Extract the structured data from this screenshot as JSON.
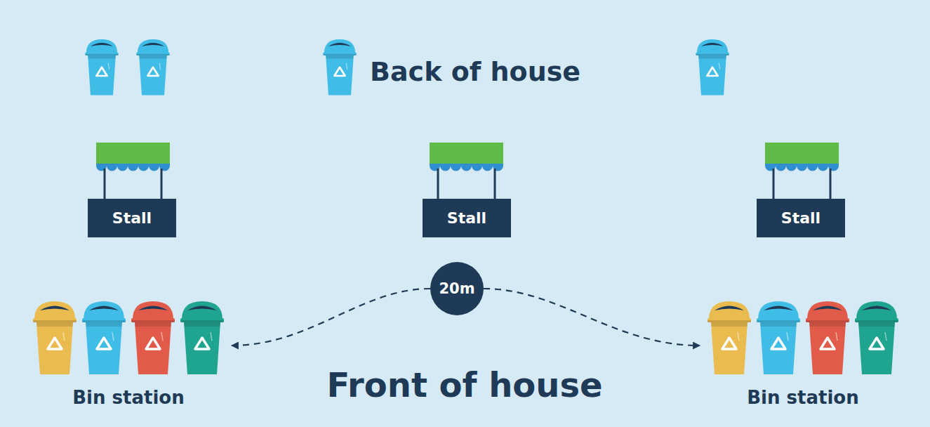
{
  "diagram": {
    "nodes": [
      {
        "text": [
          "Stall"
        ]
      },
      {
        "text": [
          "Stall"
        ]
      },
      {
        "text": [
          "Stall"
        ]
      },
      {
        "text": [
          "Bin station"
        ]
      },
      {
        "text": [
          "20m"
        ]
      },
      {
        "text": [
          "Bin station"
        ]
      }
    ],
    "edges": [
      {
        "from": 4,
        "to": 3,
        "arrow": "to"
      },
      {
        "from": 4,
        "to": 5,
        "arrow": "to"
      }
    ],
    "labels": [
      "Back of house",
      "Front of house"
    ]
  }
}
